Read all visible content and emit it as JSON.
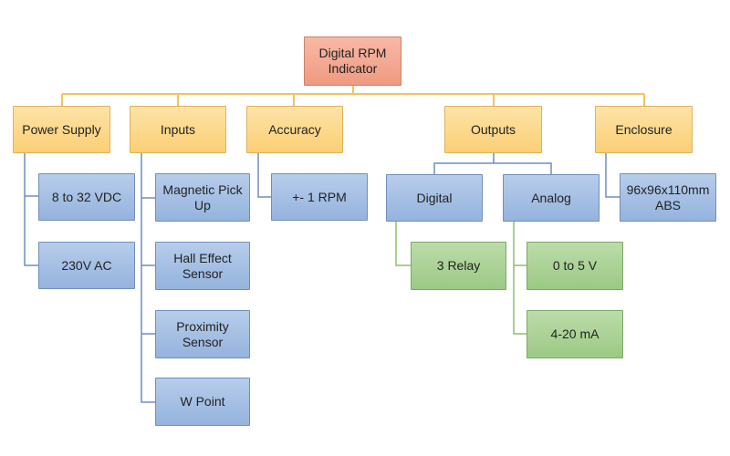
{
  "root": {
    "label": "Digital RPM\nIndicator"
  },
  "categories": [
    {
      "label": "Power Supply"
    },
    {
      "label": "Inputs"
    },
    {
      "label": "Accuracy"
    },
    {
      "label": "Outputs"
    },
    {
      "label": "Enclosure"
    }
  ],
  "power_supply": [
    {
      "label": "8 to 32 VDC"
    },
    {
      "label": "230V AC"
    }
  ],
  "inputs": [
    {
      "label": "Magnetic Pick\nUp"
    },
    {
      "label": "Hall Effect\nSensor"
    },
    {
      "label": "Proximity\nSensor"
    },
    {
      "label": "W Point"
    }
  ],
  "accuracy": [
    {
      "label": "+- 1 RPM"
    }
  ],
  "outputs": {
    "digital": {
      "label": "Digital",
      "children": [
        {
          "label": "3 Relay"
        }
      ]
    },
    "analog": {
      "label": "Analog",
      "children": [
        {
          "label": "0 to 5 V"
        },
        {
          "label": "4-20 mA"
        }
      ]
    }
  },
  "enclosure": [
    {
      "label": "96x96x110mm\nABS"
    }
  ],
  "colors": {
    "root": "#f09a80",
    "category": "#fbcf74",
    "leaf": "#95b3de",
    "output_leaf": "#9cc985",
    "connector_orange": "#f4c35a",
    "connector_blue": "#6f8fbd",
    "connector_green": "#8cc06b"
  }
}
